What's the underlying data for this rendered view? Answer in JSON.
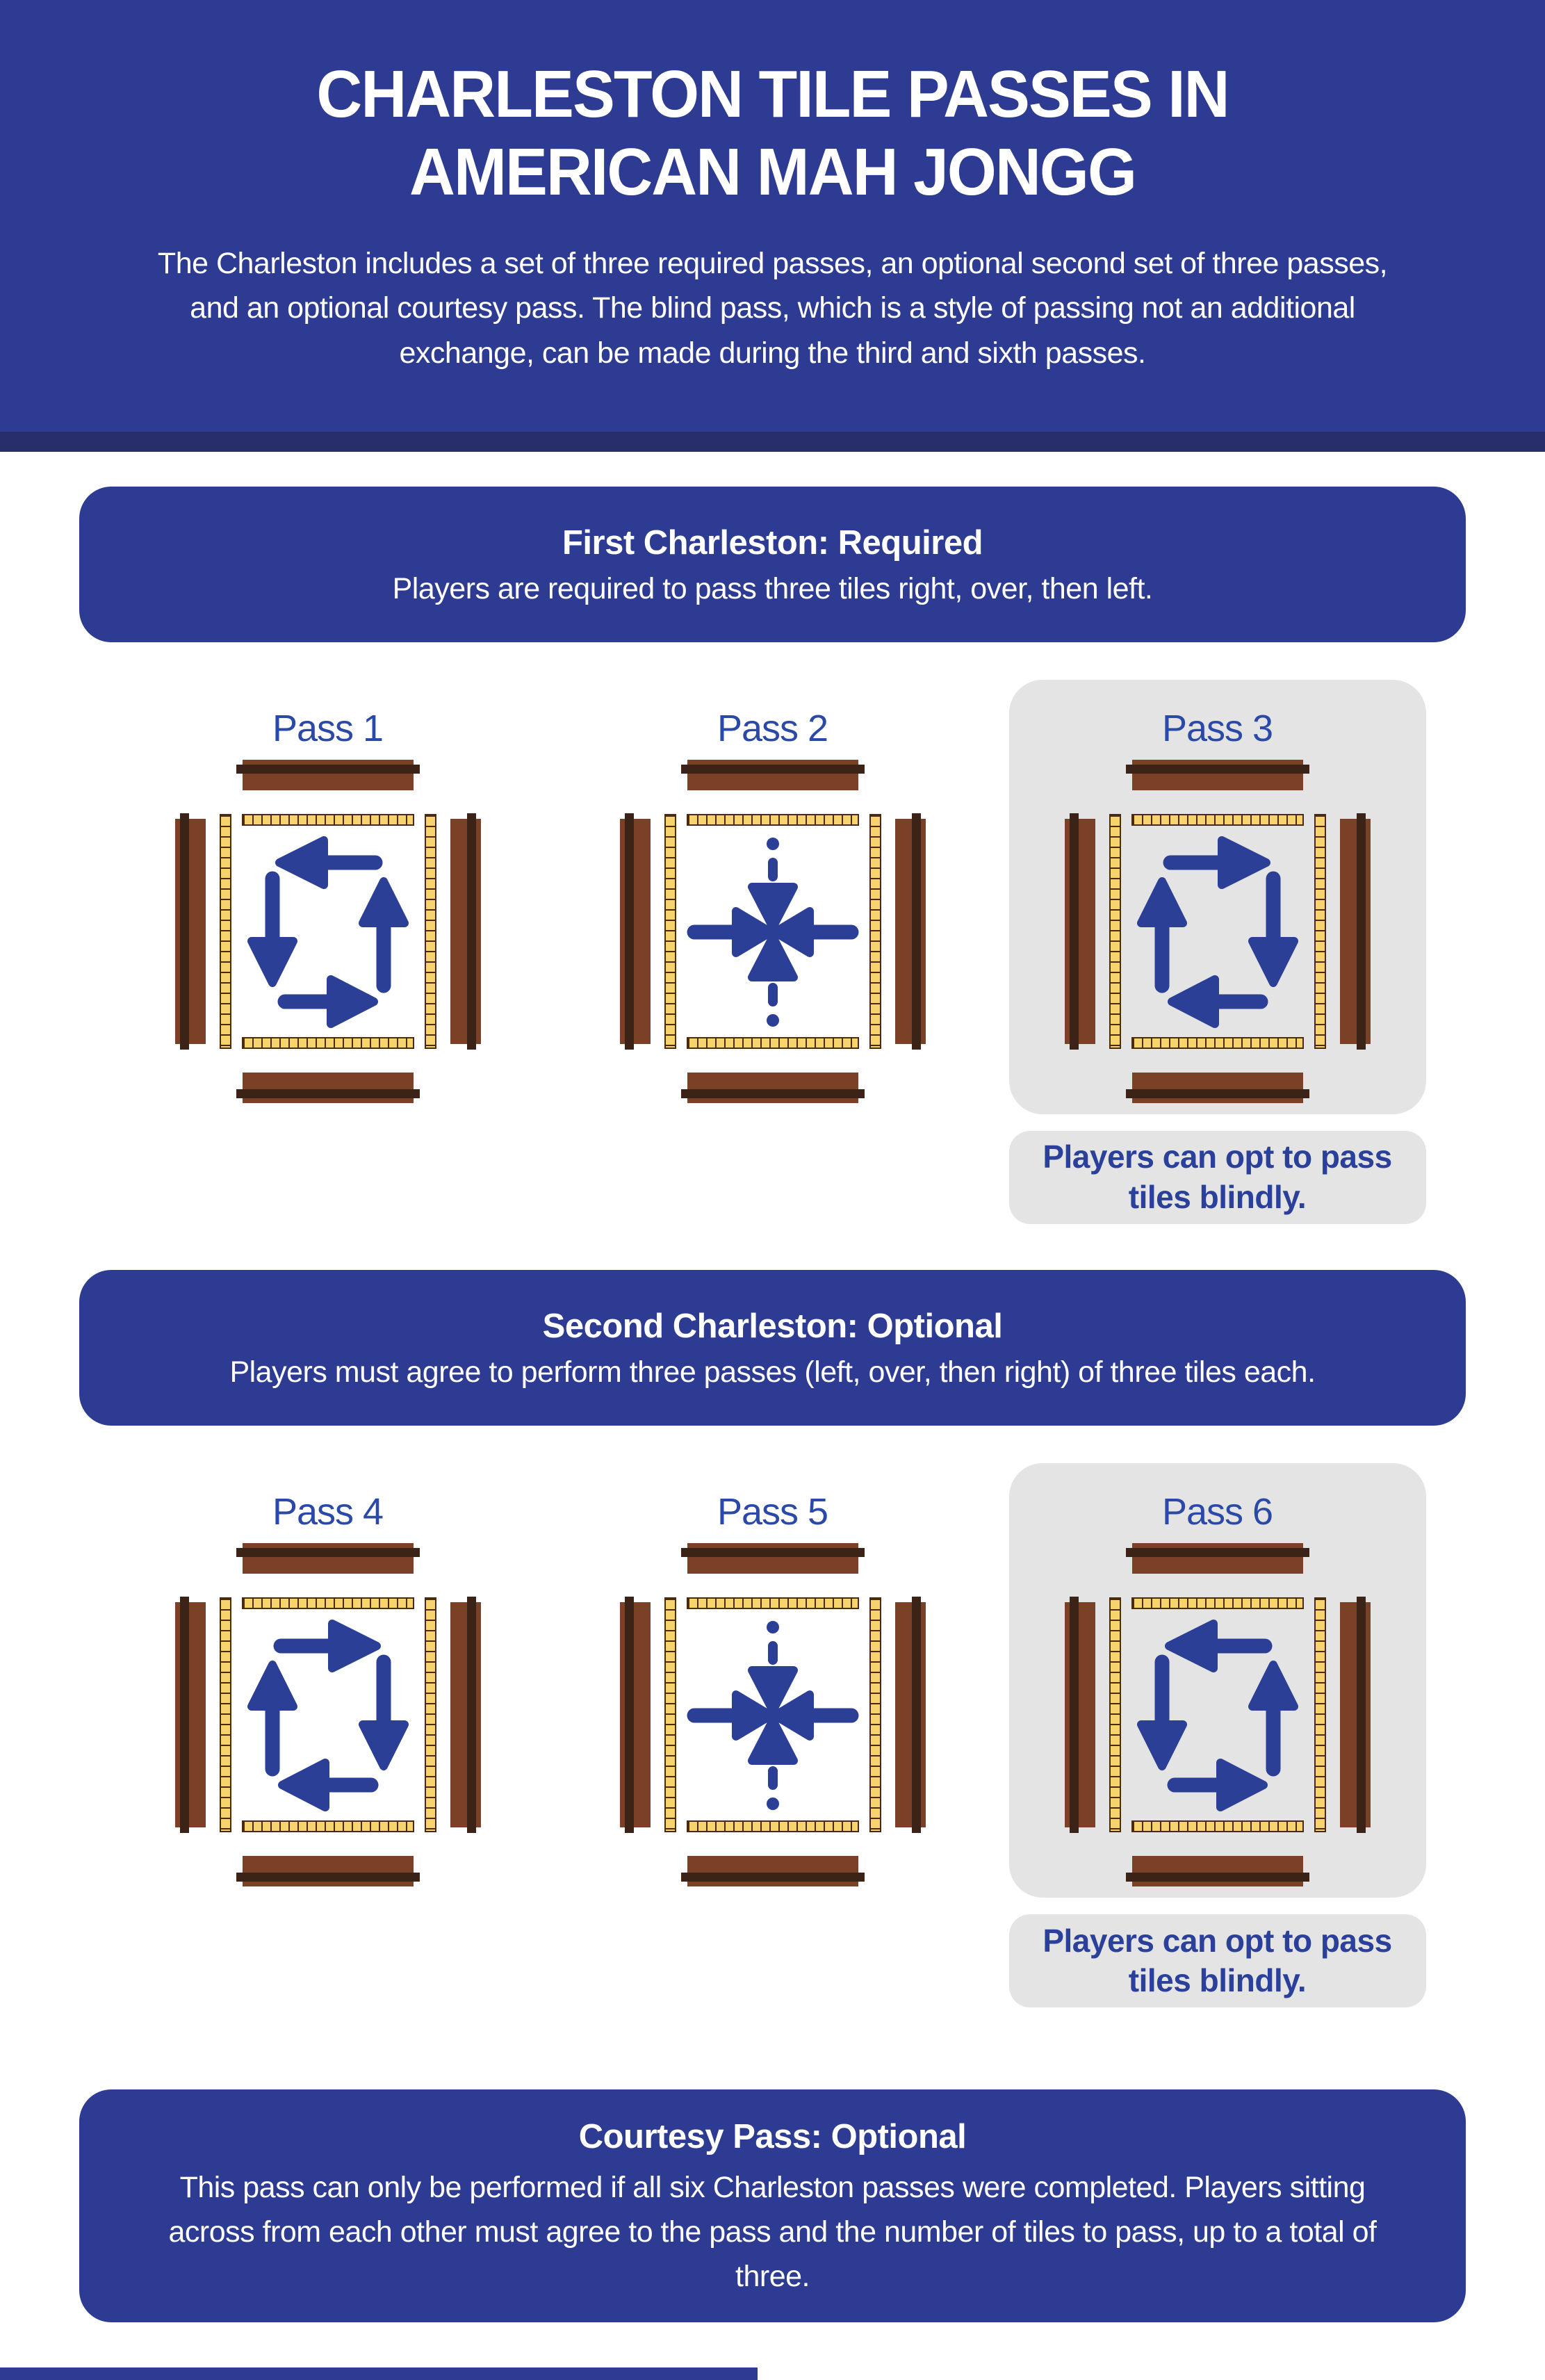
{
  "colors": {
    "banner_blue": "#2e3b92",
    "header_stripe": "#272e6a",
    "label_blue": "#2b49a6",
    "arrow_blue": "#2b3f97",
    "note_blue": "#2b409b",
    "card_gray": "#e4e4e4",
    "tile_gold": "#f7d36e",
    "tile_border": "#4a2b12",
    "rack_brown": "#7b4126",
    "rack_stripe": "#3b2318"
  },
  "header": {
    "title_line1": "CHARLESTON TILE PASSES IN",
    "title_line2": "AMERICAN MAH JONGG",
    "description": "The Charleston includes a set of three required passes, an optional second set of three passes, and an optional courtesy pass. The blind pass, which is a style of passing not an additional exchange, can be made during the third and sixth passes."
  },
  "sections": [
    {
      "title": "First Charleston: Required",
      "subtitle": "Players are required to pass three tiles right, over, then left.",
      "passes": [
        {
          "label": "Pass 1",
          "arrow_pattern": "counterclockwise-cycle"
        },
        {
          "label": "Pass 2",
          "arrow_pattern": "inward-over-pass"
        },
        {
          "label": "Pass 3",
          "arrow_pattern": "clockwise-cycle",
          "highlighted": true
        }
      ],
      "blind_note": "Players can opt to pass tiles blindly."
    },
    {
      "title": "Second Charleston: Optional",
      "subtitle": "Players must agree to perform three passes (left, over, then right) of three tiles each.",
      "passes": [
        {
          "label": "Pass 4",
          "arrow_pattern": "clockwise-cycle"
        },
        {
          "label": "Pass 5",
          "arrow_pattern": "inward-over-pass"
        },
        {
          "label": "Pass 6",
          "arrow_pattern": "counterclockwise-cycle",
          "highlighted": true
        }
      ],
      "blind_note": "Players can opt to pass tiles blindly."
    }
  ],
  "courtesy": {
    "title": "Courtesy Pass: Optional",
    "body": "This pass can only be performed if all six Charleston passes were completed. Players sitting across from each other must agree to the pass and the number of tiles to pass, up to a total of three."
  }
}
